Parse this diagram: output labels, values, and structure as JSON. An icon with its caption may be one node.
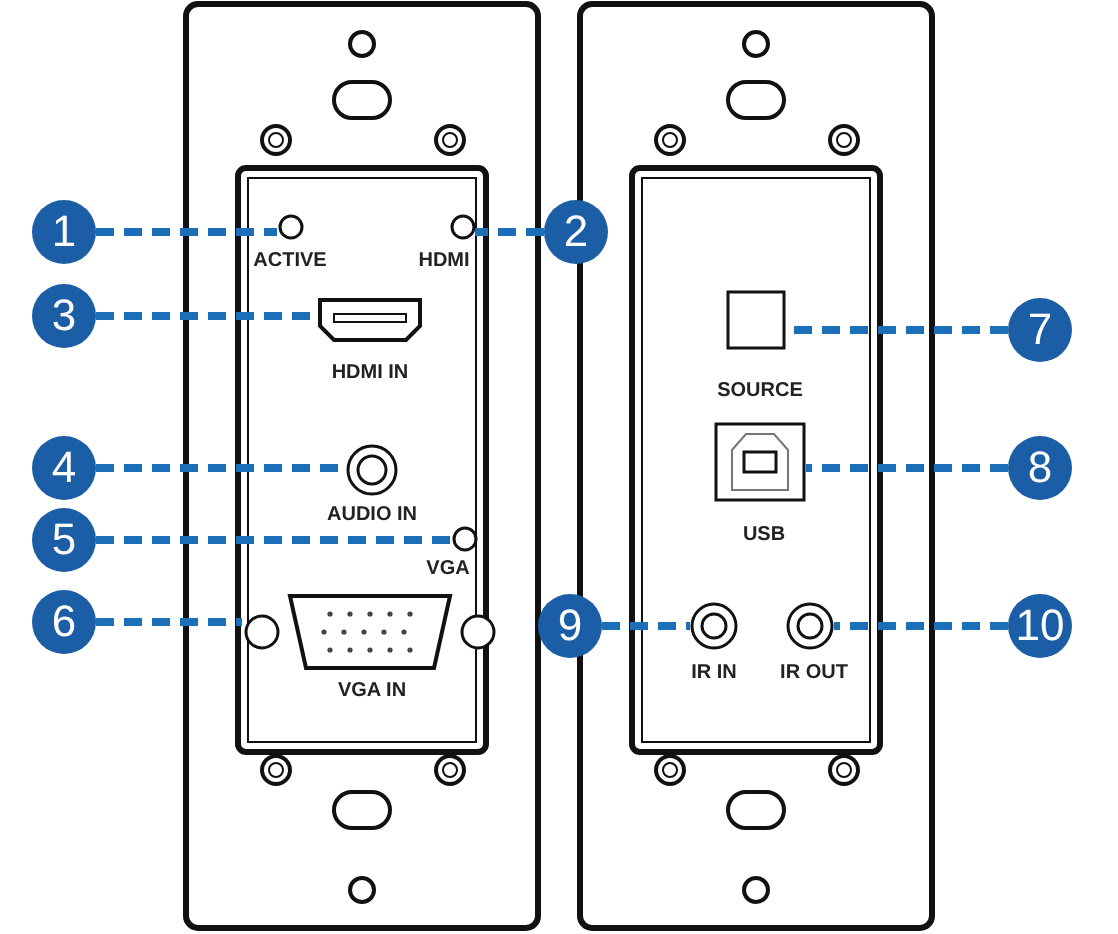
{
  "diagram": {
    "nodes": [
      {
        "text": [
          "1"
        ]
      },
      {
        "text": [
          "2"
        ]
      },
      {
        "text": [
          "3"
        ]
      },
      {
        "text": [
          "4"
        ]
      },
      {
        "text": [
          "5"
        ]
      },
      {
        "text": [
          "6"
        ]
      },
      {
        "text": [
          "7"
        ]
      },
      {
        "text": [
          "8"
        ]
      },
      {
        "text": [
          "9"
        ]
      },
      {
        "text": [
          "10"
        ]
      },
      {
        "text": [],
        "shape": "circle"
      },
      {
        "text": [],
        "shape": "circle"
      },
      {
        "text": [],
        "shape": "box"
      },
      {
        "text": [],
        "shape": "circle"
      },
      {
        "text": [],
        "shape": "circle"
      },
      {
        "text": [],
        "shape": "box"
      },
      {
        "text": [],
        "shape": "box"
      },
      {
        "text": [],
        "shape": "box"
      },
      {
        "text": [],
        "shape": "circle"
      },
      {
        "text": [],
        "shape": "circle"
      }
    ],
    "edges": [
      {
        "from": 0,
        "to": 10,
        "arrow": "none",
        "style": "dashed"
      },
      {
        "from": 1,
        "to": 11,
        "arrow": "none",
        "style": "dashed"
      },
      {
        "from": 2,
        "to": 12,
        "arrow": "none",
        "style": "dashed"
      },
      {
        "from": 3,
        "to": 13,
        "arrow": "none",
        "style": "dashed"
      },
      {
        "from": 4,
        "to": 14,
        "arrow": "none",
        "style": "dashed"
      },
      {
        "from": 5,
        "to": 15,
        "arrow": "none",
        "style": "dashed"
      },
      {
        "from": 6,
        "to": 16,
        "arrow": "none",
        "style": "dashed"
      },
      {
        "from": 7,
        "to": 17,
        "arrow": "none",
        "style": "dashed"
      },
      {
        "from": 8,
        "to": 18,
        "arrow": "none",
        "style": "dashed"
      },
      {
        "from": 9,
        "to": 19,
        "arrow": "none",
        "style": "dashed"
      }
    ],
    "labels": [
      "ACTIVE",
      "HDMI",
      "HDMI IN",
      "AUDIO IN",
      "VGA",
      "VGA IN",
      "SOURCE",
      "USB",
      "IR IN",
      "IR OUT"
    ]
  }
}
